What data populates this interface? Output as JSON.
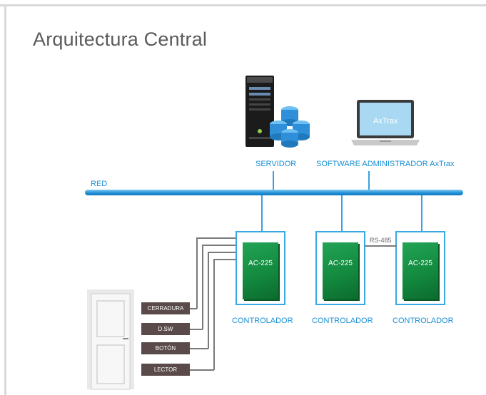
{
  "title": "Arquitectura Central",
  "network": {
    "label": "RED"
  },
  "server": {
    "label": "SERVIDOR"
  },
  "software": {
    "label": "SOFTWARE ADMINISTRADOR AxTrax",
    "screen_text": "AxTrax"
  },
  "serial_link": {
    "label": "RS-485"
  },
  "controllers": [
    {
      "board_label": "AC-225",
      "caption": "CONTROLADOR"
    },
    {
      "board_label": "AC-225",
      "caption": "CONTROLADOR"
    },
    {
      "board_label": "AC-225",
      "caption": "CONTROLADOR"
    }
  ],
  "devices": [
    {
      "label": "CERRADURA"
    },
    {
      "label": "D.SW"
    },
    {
      "label": "BOTÓN"
    },
    {
      "label": "LECTOR"
    }
  ],
  "colors": {
    "accent": "#1a8fd4",
    "board": "#138a3f",
    "device": "#5b4a4a"
  }
}
